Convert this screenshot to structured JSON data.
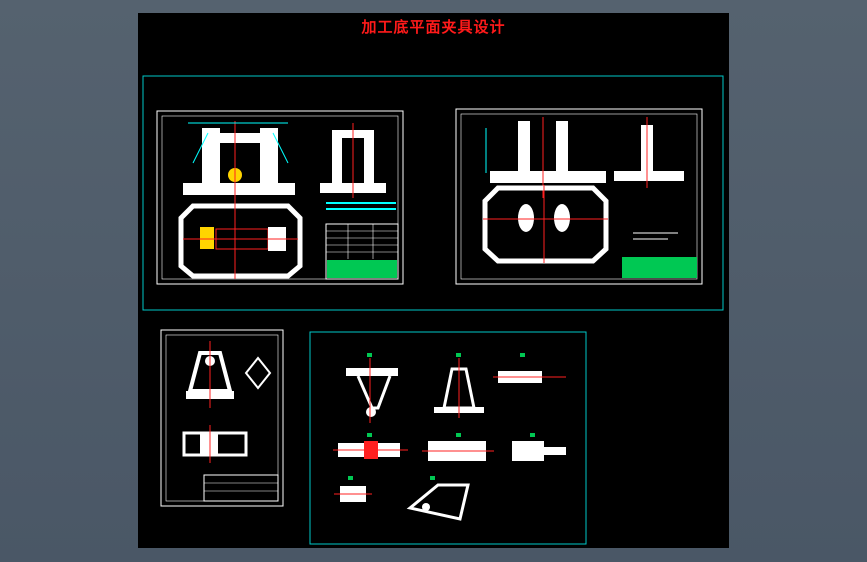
{
  "window": {
    "title": "加工底平面夹具设计"
  },
  "colors": {
    "background": "#4b5868",
    "canvas": "#000000",
    "frame": "#00c8c8",
    "title": "#ff1a1a",
    "part": "#ffffff",
    "dimension": "#00ffff",
    "center_line": "#ff2020",
    "title_block": "#00c853"
  },
  "sheets": [
    {
      "id": "assembly-drawing-1"
    },
    {
      "id": "assembly-drawing-2"
    },
    {
      "id": "part-drawing"
    },
    {
      "id": "part-views"
    }
  ]
}
